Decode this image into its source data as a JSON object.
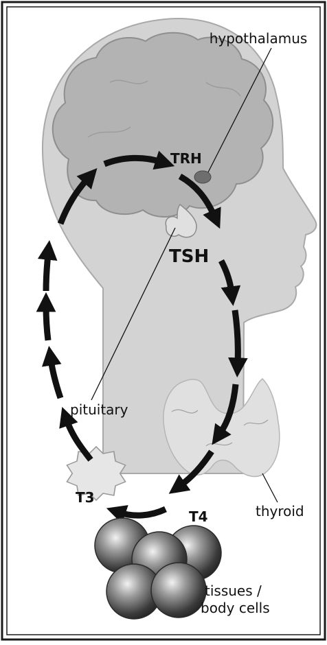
{
  "labels": {
    "hypothalamus": "hypothalamus",
    "pituitary": "pituitary",
    "thyroid": "thyroid",
    "tissues_line1": "tissues /",
    "tissues_line2": "body cells"
  },
  "hormones": {
    "trh": "TRH",
    "tsh": "TSH",
    "t4": "T4",
    "t3": "T3"
  },
  "colors": {
    "frame": "#1a1a1a",
    "head_fill": "#d3d3d3",
    "head_stroke": "#a9a9a9",
    "brain_fill": "#b3b3b3",
    "brain_stroke": "#8e8e8e",
    "gland_fill": "#e0e0e0",
    "hypothalamus_fill": "#6e6e6e",
    "arrow": "#111111",
    "sphere_dark": "#2b2b2b",
    "sphere_light": "#f2f2f2"
  }
}
